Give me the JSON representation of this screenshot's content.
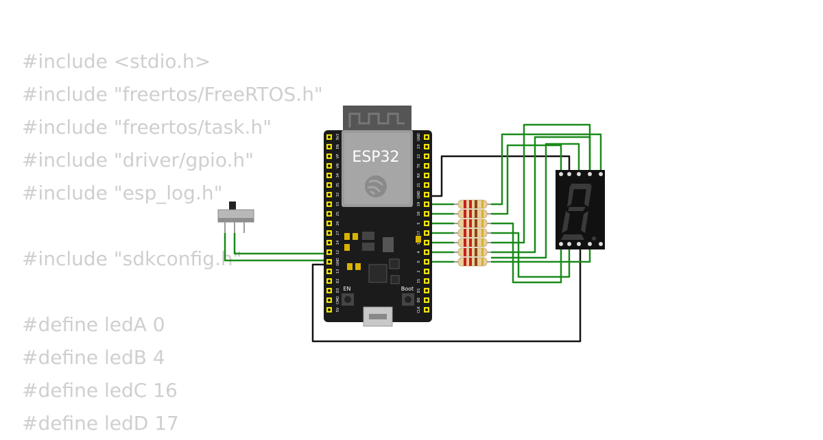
{
  "code_lines": [
    "#include <stdio.h>",
    "#include \"freertos/FreeRTOS.h\"",
    "#include \"freertos/task.h\"",
    "#include \"driver/gpio.h\"",
    "#include \"esp_log.h\"",
    "",
    "#include \"sdkconfig.h\"",
    "",
    "#define ledA 0",
    "#define ledB 4",
    "#define ledC 16",
    "#define ledD 17"
  ],
  "board": {
    "name": "ESP32",
    "en_label": "EN",
    "boot_label": "Boot",
    "left_pins": [
      "3V3",
      "EN",
      "VP",
      "VN",
      "34",
      "35",
      "32",
      "33",
      "25",
      "26",
      "27",
      "14",
      "12",
      "GND",
      "13",
      "D2",
      "D3",
      "CMD",
      "5V"
    ],
    "right_pins": [
      "GND",
      "23",
      "22",
      "TX",
      "RX",
      "21",
      "GND",
      "19",
      "18",
      "5",
      "17",
      "16",
      "4",
      "0",
      "2",
      "15",
      "D1",
      "D0",
      "CLK"
    ]
  },
  "colors": {
    "wire_green": "#1a8a1a",
    "wire_black": "#111111",
    "board": "#1b1b1b",
    "pin_yellow": "#f2e400",
    "display": "#111111",
    "segment_off": "#3a3a3a"
  }
}
